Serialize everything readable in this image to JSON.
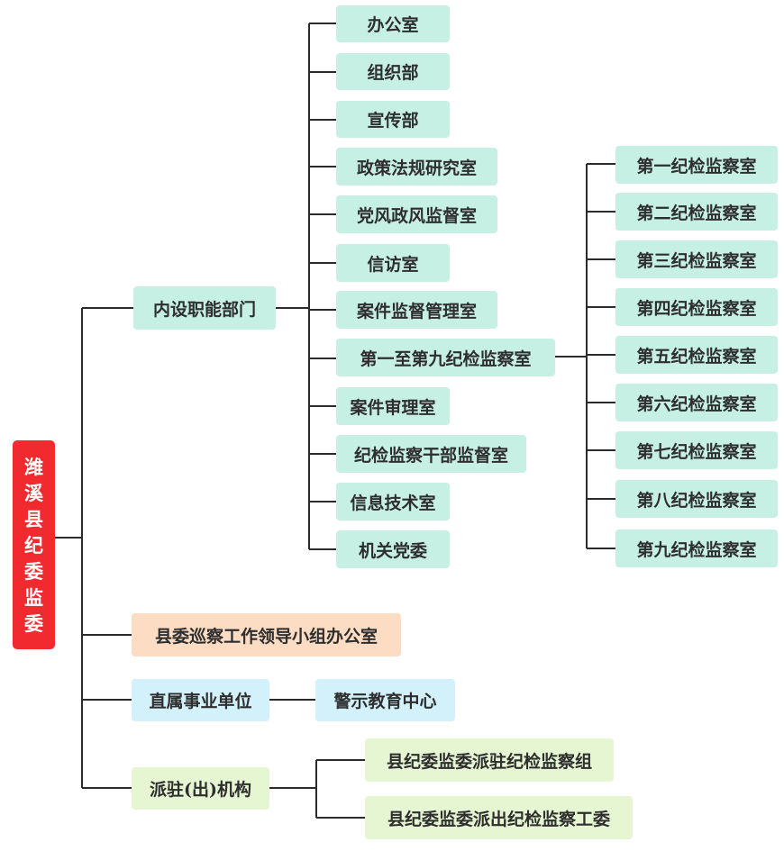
{
  "root": {
    "label": "潍溪县纪委监委",
    "chars": [
      "潍",
      "溪",
      "县",
      "纪",
      "委",
      "监",
      "委"
    ]
  },
  "branches": {
    "internal": {
      "label": "内设职能部门",
      "children": [
        "办公室",
        "组织部",
        "宣传部",
        "政策法规研究室",
        "党风政风监督室",
        "信访室",
        "案件监督管理室",
        "第一至第九纪检监察室",
        "案件审理室",
        "纪检监察干部监督室",
        "信息技术室",
        "机关党委"
      ],
      "rooms": [
        "第一纪检监察室",
        "第二纪检监察室",
        "第三纪检监察室",
        "第四纪检监察室",
        "第五纪检监察室",
        "第六纪检监察室",
        "第七纪检监察室",
        "第八纪检监察室",
        "第九纪检监察室"
      ]
    },
    "inspection": {
      "label": "县委巡察工作领导小组办公室"
    },
    "direct": {
      "label": "直属事业单位",
      "children": [
        "警示教育中心"
      ]
    },
    "dispatch": {
      "label": "派驻(出)机构",
      "children": [
        "县纪委监委派驻纪检监察组",
        "县纪委监委派出纪检监察工委"
      ]
    }
  },
  "colors": {
    "root": "#f02a2f",
    "mint": "#c7f0e5",
    "peach": "#fcdcc2",
    "sky": "#d2f1fb",
    "lime": "#e6f6d3",
    "line": "#2b2b2b"
  }
}
